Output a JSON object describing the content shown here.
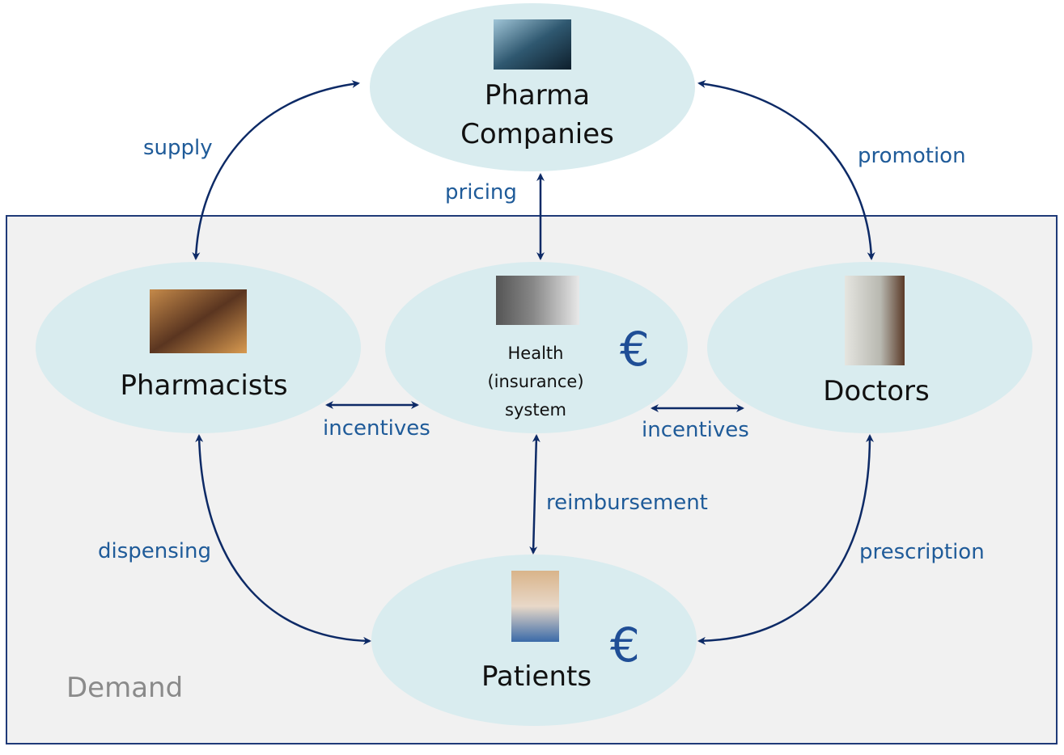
{
  "nodes": {
    "pharma": [
      "Pharma",
      "Companies"
    ],
    "pharmacists": "Pharmacists",
    "health": [
      "Health",
      "(insurance)",
      "system"
    ],
    "doctors": "Doctors",
    "patients": "Patients"
  },
  "relations": {
    "supply": "supply",
    "promotion": "promotion",
    "pricing": "pricing",
    "incentives_left": "incentives",
    "incentives_right": "incentives",
    "reimbursement": "reimbursement",
    "dispensing": "dispensing",
    "prescription": "prescription"
  },
  "currency_symbol": "€",
  "region_label": "Demand",
  "colors": {
    "ellipse": "#d9ecef",
    "arrow": "#0d2a66",
    "label": "#1f5b99",
    "box_bg": "#f1f1f1",
    "box_border": "#1f3a78"
  }
}
